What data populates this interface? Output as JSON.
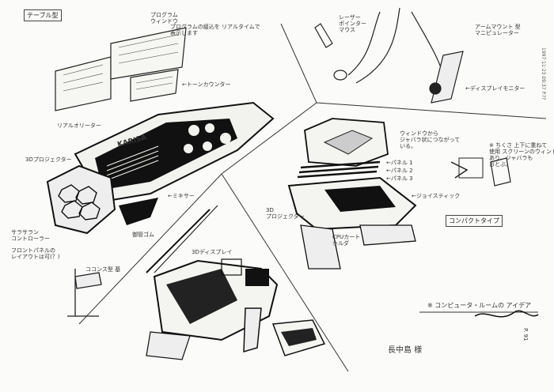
{
  "corner_box_title": "テーブル型",
  "labels": {
    "program_window": "プログラム\nウィンドウ",
    "program_size_note": "プログラムの組込を リアルタイムで\n表示します",
    "touch_counter": "←トーンカウンター",
    "realtime_data": "リアルオリーター",
    "projector_3d": "3Dプロジェクター",
    "mixer": "←ミキサー",
    "sarasara_controller": "サラサラン\nコントローラー",
    "front_panel_note": "フロントパネルの\nレイアウトは可(？)",
    "rubber_pad": "御管ゴム",
    "display_3d": "3Dディスプレイ",
    "cocoon": "ココンス型 基",
    "laser_pointer_mouse": "レーザー\nポインター\nマウス",
    "arm_mount": "アームマウント 型\nマニピュレーター",
    "display_monitor": "←ディスプレイモニター",
    "window_note": "ウィンドウから\nジャバラ状につながって\nいる。",
    "panel_1": "←パネル 1",
    "panel_2": "←パネル 2",
    "panel_3": "←パネル 3",
    "joystick": "←ジョイスティック",
    "projector_3d_b": "3D\nプロジェクター",
    "cpu_cart": "CPUカート\nホルダ",
    "compact_type": "コンパクトタイプ",
    "side_note": "※ ちくさ 上下に重ねて\n使用 スクリーンのウィンドウが\nあり、ジャバラも\nおとぶ。",
    "computer_room_note": "※ コンピュータ・ルームの アイデア",
    "signature": "長中島 様",
    "page_number": "P. 91",
    "edge_text": "1997·11·23 09:37  P.??"
  },
  "pad_text": "KARISA",
  "colors": {
    "ink": "#1a1a1a",
    "paper": "#fbfbf9",
    "grey": "#666666"
  }
}
